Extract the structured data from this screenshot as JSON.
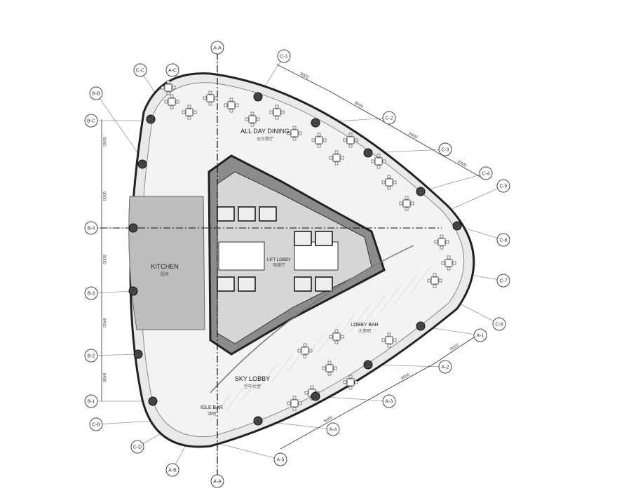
{
  "drawing": {
    "rooms": [
      {
        "label": "ALL DAY DINING",
        "sub": "全日餐厅"
      },
      {
        "label": "KITCHEN",
        "sub": "厨房"
      },
      {
        "label": "LIFT LOBBY",
        "sub": "电梯厅"
      },
      {
        "label": "SKY LOBBY",
        "sub": "空中大堂"
      },
      {
        "label": "LOBBY BAR",
        "sub": "大堂吧"
      },
      {
        "label": "IDLE BAR",
        "sub": "酒吧"
      }
    ],
    "grid_bubbles": [
      "A-A",
      "A-C",
      "C-C",
      "B-B",
      "B-C",
      "B-4",
      "B-3",
      "B-2",
      "B-1",
      "C-B",
      "C-D",
      "A-B",
      "A-A",
      "C-1",
      "C-2",
      "C-3",
      "C-4",
      "C-5",
      "C-6",
      "C-7",
      "C-8",
      "A-1",
      "A-2",
      "A-3",
      "A-4",
      "A-5"
    ],
    "dimensions": [
      "9000",
      "9000",
      "9000",
      "8400",
      "8400",
      "9000",
      "9000",
      "8400",
      "8400",
      "9000",
      "9000",
      "8400"
    ]
  }
}
